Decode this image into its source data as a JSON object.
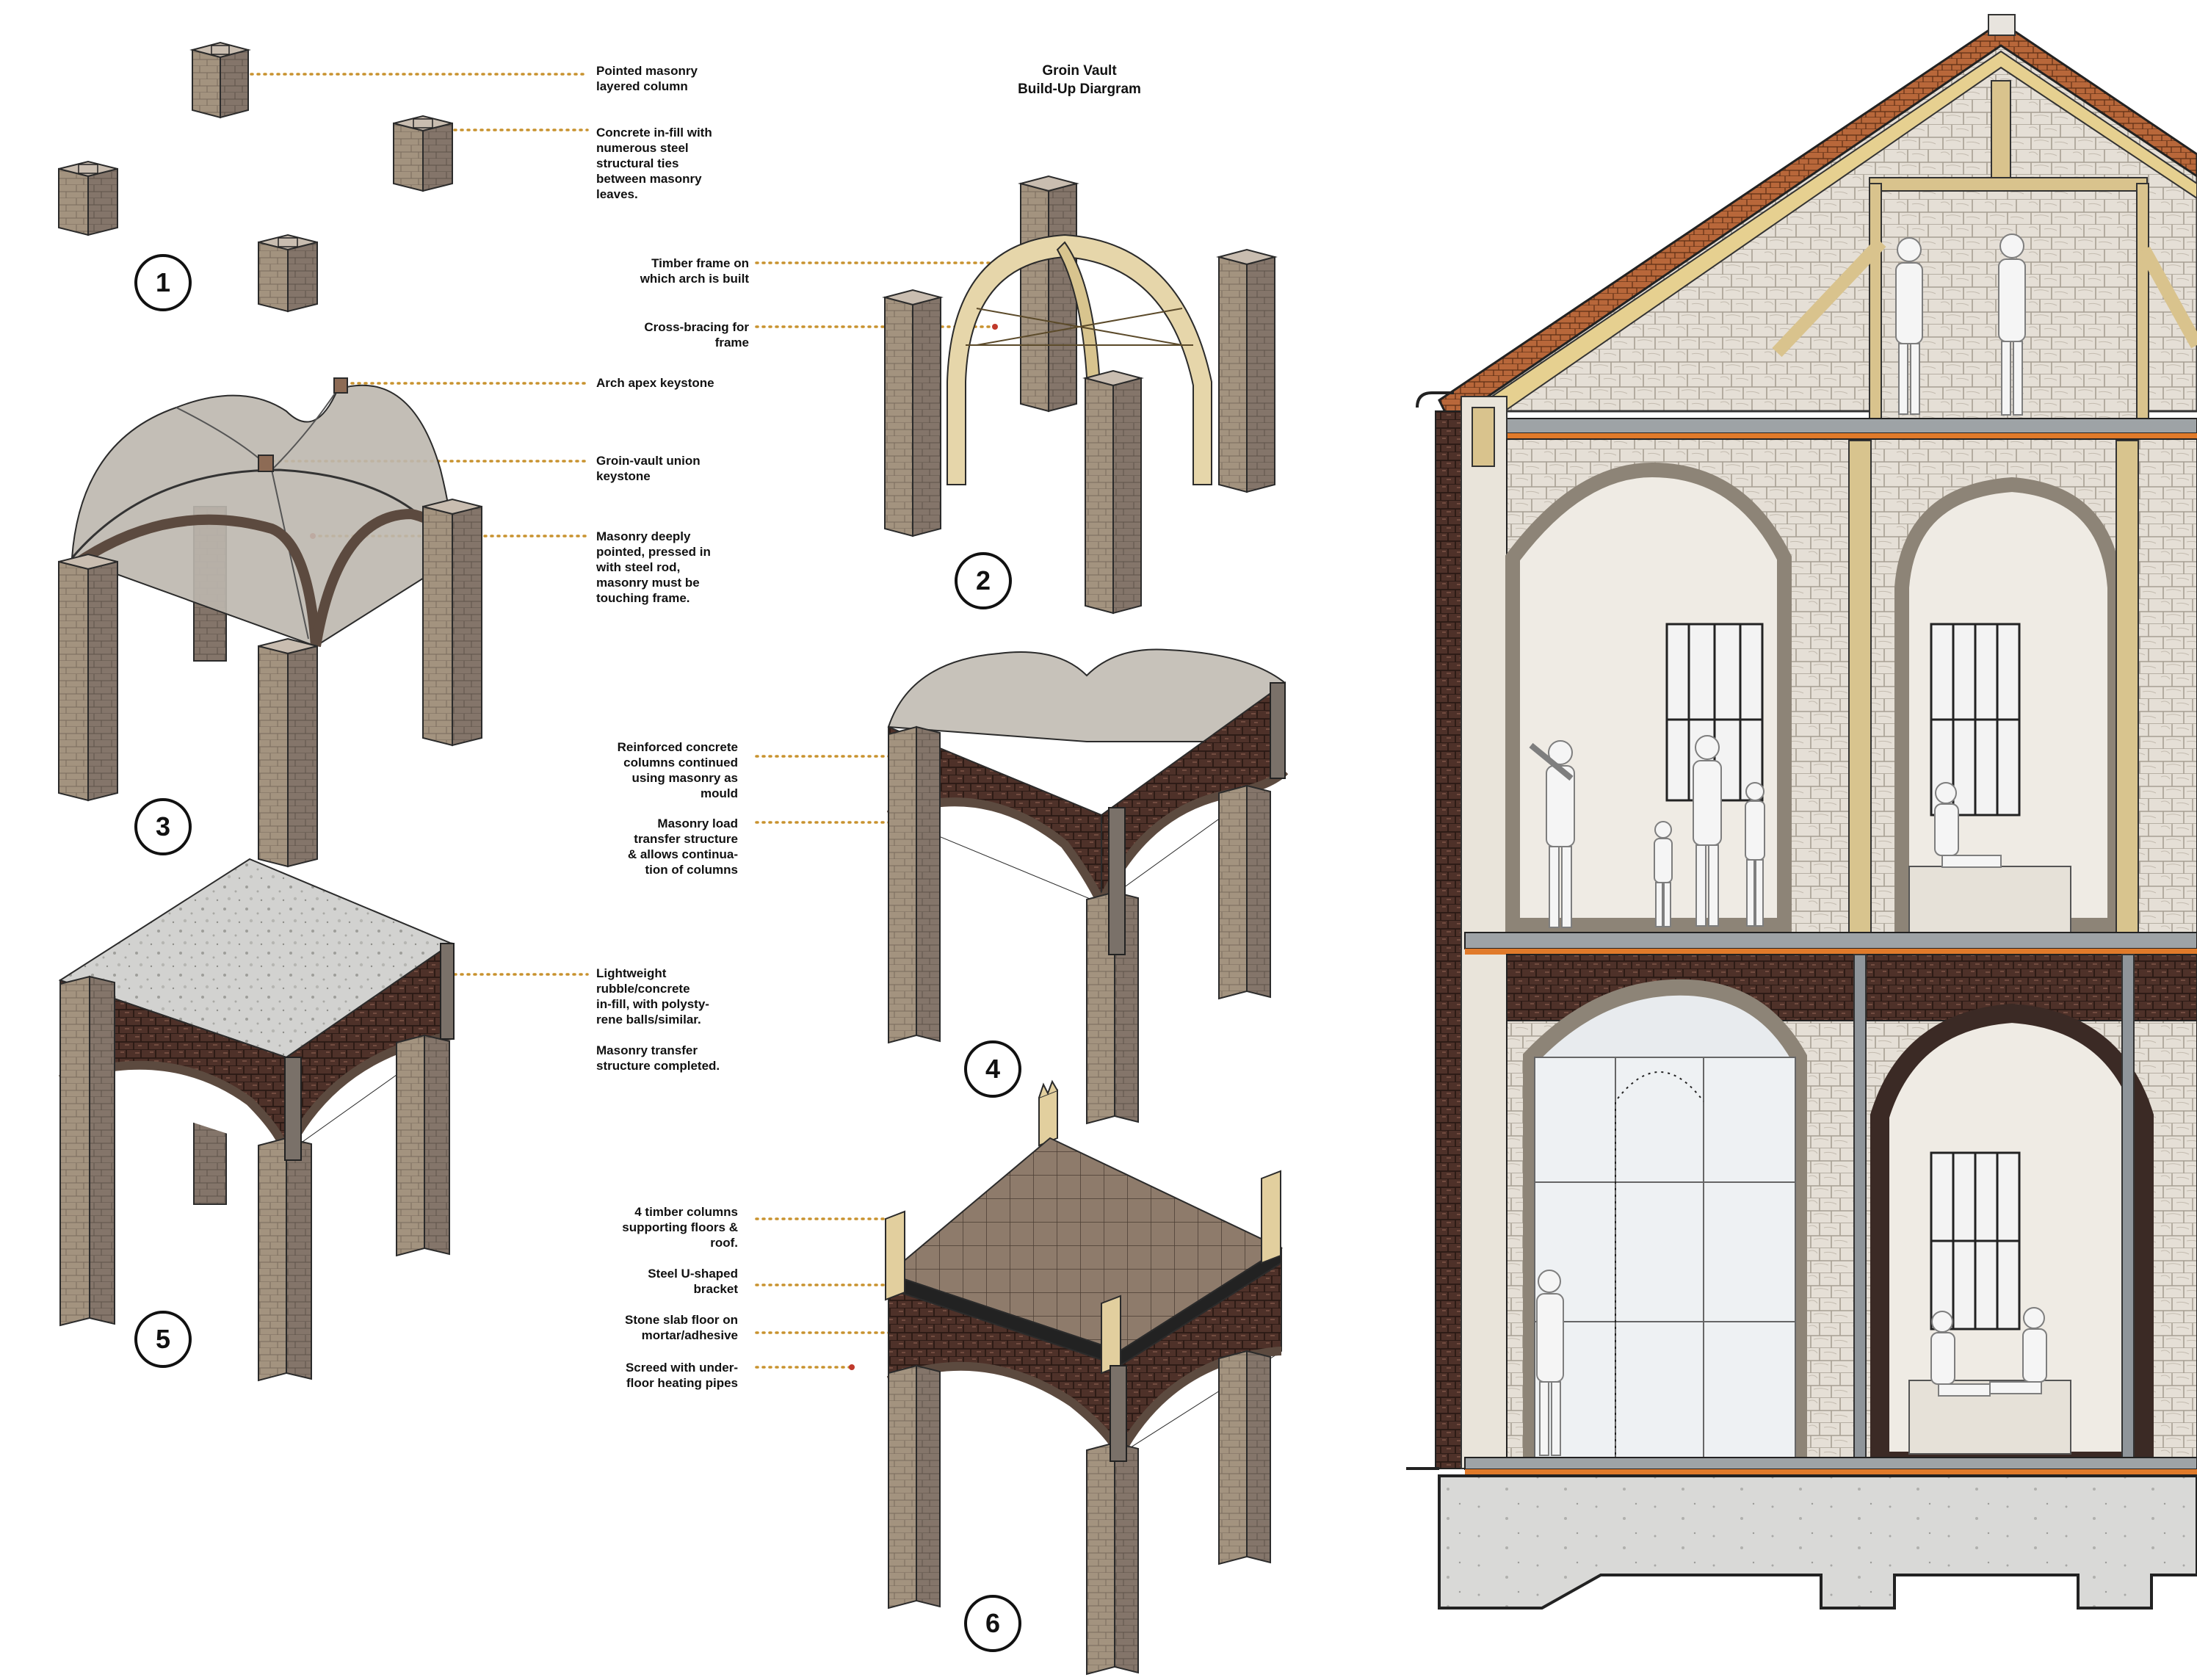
{
  "title": "Groin Vault\nBuild-Up Diargram",
  "steps": [
    "1",
    "2",
    "3",
    "4",
    "5",
    "6"
  ],
  "annotations": [
    {
      "id": "a1",
      "text": "Pointed masonry\nlayered column"
    },
    {
      "id": "a2",
      "text": "Concrete in-fill with\nnumerous steel\nstructural ties\nbetween masonry\nleaves."
    },
    {
      "id": "a3",
      "text": "Timber frame on\nwhich arch is built"
    },
    {
      "id": "a4",
      "text": "Cross-bracing for\nframe"
    },
    {
      "id": "a5",
      "text": "Arch apex keystone"
    },
    {
      "id": "a6",
      "text": "Groin-vault union\nkeystone"
    },
    {
      "id": "a7",
      "text": "Masonry deeply\npointed, pressed in\nwith steel rod,\nmasonry must be\ntouching frame."
    },
    {
      "id": "a8",
      "text": "Reinforced concrete\ncolumns continued\nusing masonry as\nmould"
    },
    {
      "id": "a9",
      "text": "Masonry load\ntransfer structure\n& allows continua-\ntion of columns"
    },
    {
      "id": "a10",
      "text": "Lightweight\nrubble/concrete\nin-fill, with polysty-\nrene balls/similar.\n\nMasonry transfer\nstructure completed."
    },
    {
      "id": "a11",
      "text": "4 timber columns\nsupporting floors &\nroof."
    },
    {
      "id": "a12",
      "text": "Steel U-shaped\nbracket"
    },
    {
      "id": "a13",
      "text": "Stone slab floor on\nmortar/adhesive"
    },
    {
      "id": "a14",
      "text": "Screed with under-\nfloor heating pipes"
    }
  ],
  "colors": {
    "leader": "#c8922e",
    "leader_dot": "#c0392b",
    "column_stone": "#9c8b7c",
    "brick": "#5a3d33",
    "vault_shell": "#b9b3aa",
    "timber": "#e2cf9e",
    "wall_stone": "#e3ddd4",
    "concrete": "#cfcfcf",
    "roof_tile": "#a3542c",
    "floor_tile": "#8b7867",
    "insulation_orange": "#e07a2a"
  }
}
